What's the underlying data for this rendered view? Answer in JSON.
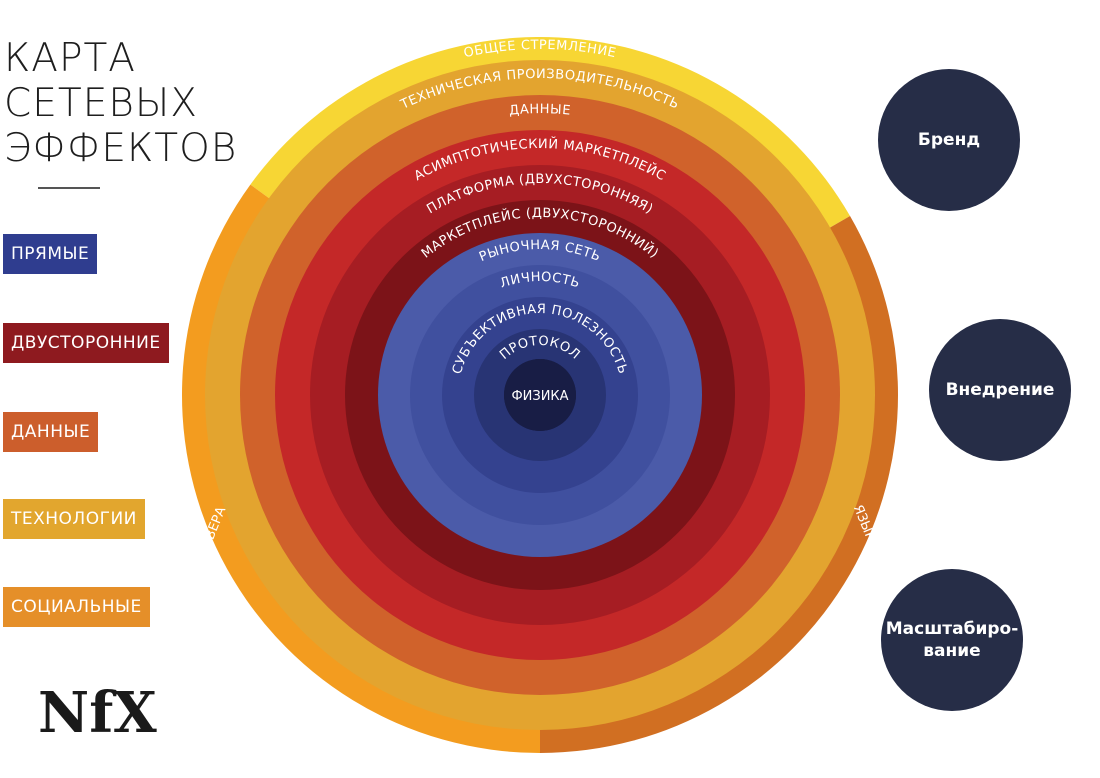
{
  "title": {
    "line1": "КАРТА",
    "line2": "СЕТЕВЫХ",
    "line3": "ЭФФЕКТОВ"
  },
  "legend": [
    {
      "label": "ПРЯМЫЕ",
      "color": "#2f3d8f"
    },
    {
      "label": "ДВУСТОРОННИЕ",
      "color": "#8e1a1f"
    },
    {
      "label": "ДАННЫЕ",
      "color": "#cc5e2c"
    },
    {
      "label": "ТЕХНОЛОГИИ",
      "color": "#e2a62e"
    },
    {
      "label": "СОЦИАЛЬНЫЕ",
      "color": "#e58f29"
    }
  ],
  "rings": [
    {
      "label": "ОБЩЕЕ СТРЕМЛЕНИЕ",
      "color": "#f7d634"
    },
    {
      "label": "ТЕХНИЧЕСКАЯ ПРОИЗВОДИТЕЛЬНОСТЬ",
      "color": "#e3a42f"
    },
    {
      "label": "ДАННЫЕ",
      "color": "#d0622b"
    },
    {
      "label": "АСИМПТОТИЧЕСКИЙ МАРКЕТПЛЕЙС",
      "color": "#c42828"
    },
    {
      "label": "ПЛАТФОРМА (ДВУХСТОРОННЯЯ)",
      "color": "#a61d23"
    },
    {
      "label": "МАРКЕТПЛЕЙС (ДВУХСТОРОННИЙ)",
      "color": "#7c1318"
    },
    {
      "label": "РЫНОЧНАЯ СЕТЬ",
      "color": "#4b5ba9"
    },
    {
      "label": "ЛИЧНОСТЬ",
      "color": "#40509f"
    },
    {
      "label": "СУБЪЕКТИВНАЯ ПОЛЕЗНОСТЬ",
      "color": "#34428f"
    },
    {
      "label": "ПРОТОКОЛ",
      "color": "#283474"
    },
    {
      "label": "ФИЗИКА",
      "color": "#181d45"
    }
  ],
  "outer_sides": {
    "left_label": "ВЕРА",
    "left_color": "#f39c1f",
    "right_label": "ЯЗЫК",
    "right_color": "#d16f22"
  },
  "bubbles": [
    "Бренд",
    "Внедрение",
    "Масштабиро-вание"
  ],
  "logo": {
    "text": "NfX"
  }
}
